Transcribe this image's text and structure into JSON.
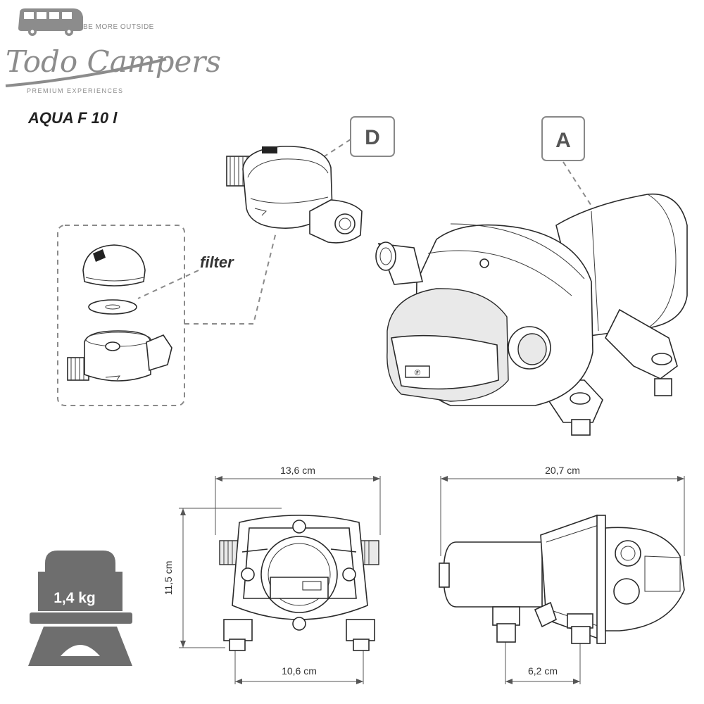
{
  "brand": {
    "name": "Todo Campers",
    "tagline_top": "BE MORE OUTSIDE",
    "tagline_bottom": "PREMIUM EXPERIENCES",
    "logo_color": "#8c8c8c"
  },
  "product": {
    "title": "AQUA F 10 l"
  },
  "callouts": {
    "d_label": "D",
    "a_label": "A",
    "filter_label": "filter"
  },
  "dimensions": {
    "front_width": "13,6 cm",
    "front_height": "11,5 cm",
    "front_base": "10,6 cm",
    "side_length": "20,7 cm",
    "side_base": "6,2 cm"
  },
  "weight": {
    "value": "1,4 kg",
    "icon_color": "#6e6e6e"
  },
  "icons": [
    "van-logo-icon",
    "weight-icon"
  ]
}
